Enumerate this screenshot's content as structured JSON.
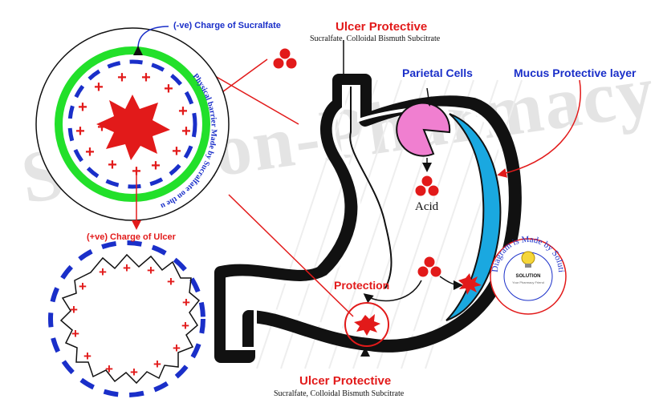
{
  "watermark": "Solution-Pharmacy",
  "labels": {
    "ulcer_protective_top": "Ulcer Protective",
    "ulcer_protective_top_sub": "Sucralfate, Colloidal Bismuth Subcitrate",
    "charge_sucralfate": "(-ve) Charge of Sucralfate",
    "barrier_text": "Physical barrier Made by Sucralfate on the upper layer of ulcer",
    "charge_ulcer": "(+ve) Charge of Ulcer",
    "parietal_cells": "Parietal Cells",
    "mucus_layer": "Mucus Protective layer",
    "acid": "Acid",
    "protection": "Protection",
    "ulcer_protective_bottom": "Ulcer Protective",
    "ulcer_protective_bottom_sub": "Sucralfate, Colloidal Bismuth Subcitrate"
  },
  "badge": {
    "ring_text": "Diagram is Made by Solution Pharmacy",
    "logo_text": "SOLUTION",
    "logo_sub": "Your Pharmacy Friend"
  },
  "colors": {
    "red": "#e21a1a",
    "blue": "#1a2fc9",
    "green": "#22e02a",
    "mucus": "#1aa8e0",
    "pink": "#f07fd0",
    "black": "#111111"
  }
}
